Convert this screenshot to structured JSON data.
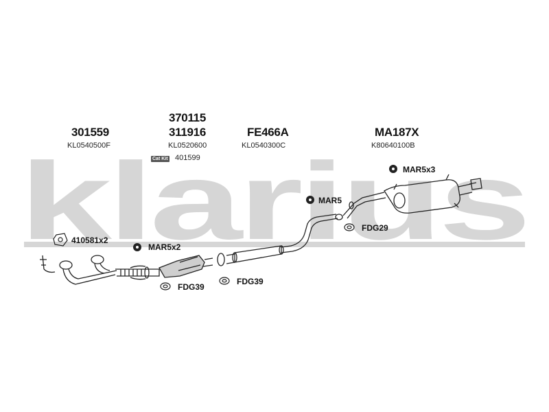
{
  "brand": {
    "watermark_text": "klarius",
    "watermark_color": "#d6d6d6"
  },
  "columns": [
    {
      "numbers": [
        "301559"
      ],
      "ref": "KL0540500F"
    },
    {
      "numbers": [
        "370115",
        "311916"
      ],
      "ref": "KL0520600"
    },
    {
      "numbers": [
        "FE466A"
      ],
      "ref": "KL0540300C"
    },
    {
      "numbers": [
        "MA187X"
      ],
      "ref": "K80640100B"
    }
  ],
  "cat_kit": {
    "badge": "Cat Kit",
    "number": "401599"
  },
  "callouts": {
    "gasket_front": "410581x2",
    "mount_front": "MAR5x2",
    "clamp_a": "FDG39",
    "clamp_b": "FDG39",
    "mount_mid": "MAR5",
    "clamp_rear": "FDG29",
    "mount_rear": "MAR5x3"
  },
  "icons": {
    "gasket": "gasket-ring-icon",
    "rubber_mount": "rubber-mount-icon",
    "clamp": "clamp-ring-icon"
  }
}
